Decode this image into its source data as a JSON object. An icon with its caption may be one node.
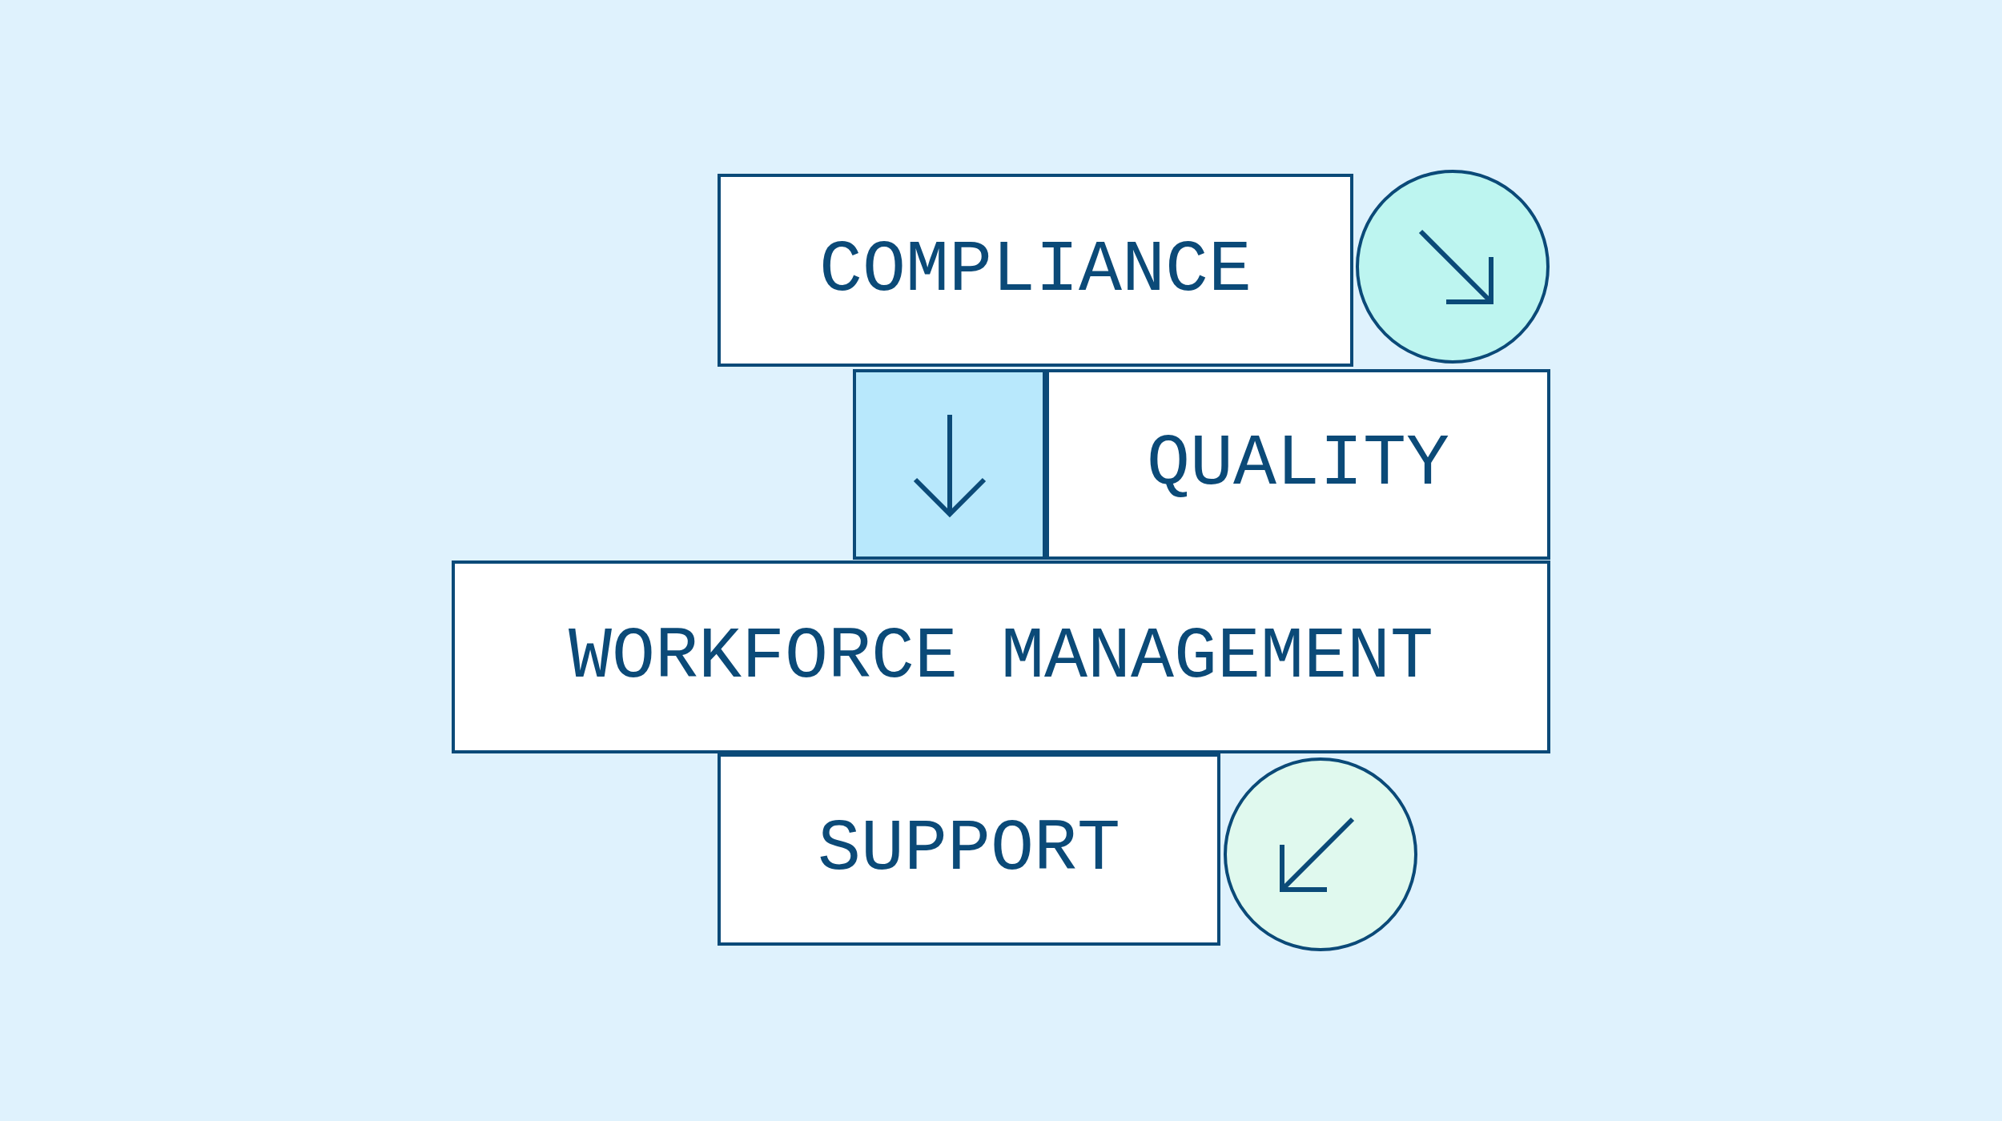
{
  "diagram": {
    "nodes": [
      {
        "text": [
          "COMPLIANCE"
        ]
      },
      {
        "text": [],
        "shape": "circle"
      },
      {
        "text": [],
        "shape": "box"
      },
      {
        "text": [
          "QUALITY"
        ]
      },
      {
        "text": [
          "WORKFORCE MANAGEMENT"
        ]
      },
      {
        "text": [
          "SUPPORT"
        ]
      },
      {
        "text": [],
        "shape": "circle"
      }
    ]
  }
}
